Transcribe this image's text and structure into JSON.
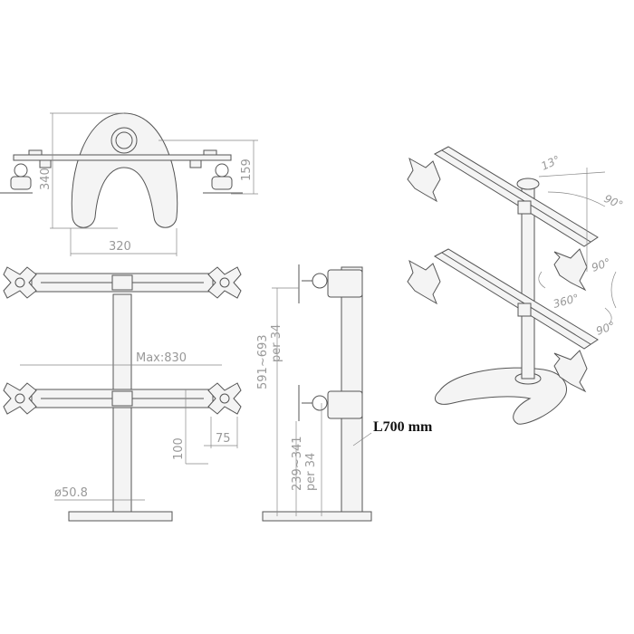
{
  "top_view": {
    "depth_label": "340",
    "height_label": "159",
    "width_label": "320"
  },
  "front_view": {
    "max_width_label": "Max:830",
    "vesa_v_label": "100",
    "vesa_h_label": "75",
    "pole_diameter_label": "ø50.8"
  },
  "side_view": {
    "upper_range_label": "591~693",
    "upper_step_label": "per 34",
    "lower_range_label": "239~341",
    "lower_step_label": "per 34",
    "pole_length_label": "L700 mm"
  },
  "iso_view": {
    "tilt_up_label": "13°",
    "tilt_down_label": "90°",
    "swivel_label": "90°",
    "rotate_label": "360°",
    "pivot_label": "90°"
  }
}
